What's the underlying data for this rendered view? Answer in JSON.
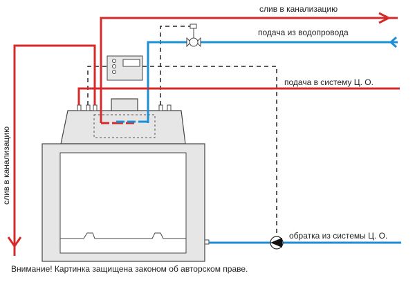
{
  "diagram": {
    "labels": {
      "drain_top": "слив в канализацию",
      "water_supply": "подача из водопровода",
      "heating_supply": "подача в систему Ц. О.",
      "heating_return": "обратка из системы Ц. О.",
      "drain_left": "слив в канализацию"
    },
    "notice": "Внимание! Картинка защищена законом об авторском праве.",
    "colors": {
      "hot_pipe": "#d42a2a",
      "cold_pipe": "#1a8fd6",
      "control_line": "#222222",
      "boiler_body": "#e6e6e6"
    },
    "components": [
      "boiler",
      "controller",
      "solenoid-valve",
      "circulation-pump",
      "heat-exchanger-coil"
    ]
  }
}
